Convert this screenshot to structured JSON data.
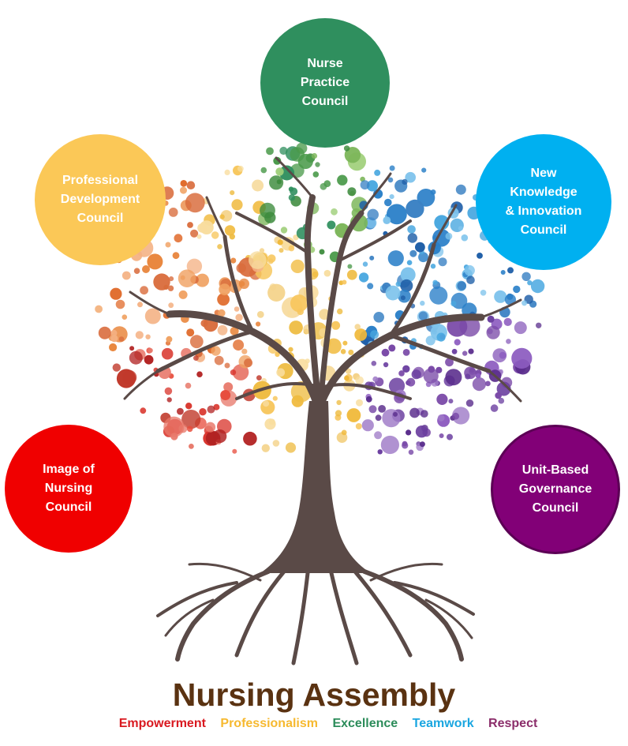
{
  "colors": {
    "trunk": "#5a4a47",
    "title": "#5a3211",
    "red": "#f00000",
    "yellow": "#fbc857",
    "green": "#2f8f5e",
    "blue": "#00b0f0",
    "purple": "#820077",
    "practice": "#2f8f5e",
    "profdev": "#fbc857",
    "knowledge": "#00b0f0",
    "image": "#f00000",
    "unit": "#820077",
    "value_empowerment": "#d91920",
    "value_professionalism": "#f6b930",
    "value_excellence": "#2c8c5a",
    "value_teamwork": "#1aa6e0",
    "value_respect": "#8b2d6a"
  },
  "councils": {
    "practice": "Nurse\nPractice\nCouncil",
    "profdev": "Professional\nDevelopment\nCouncil",
    "knowledge": "New\nKnowledge\n& Innovation\nCouncil",
    "image": "Image of\nNursing\nCouncil",
    "unit": "Unit-Based\nGovernance\nCouncil"
  },
  "title": "Nursing Assembly",
  "values": [
    "Empowerment",
    "Professionalism",
    "Excellence",
    "Teamwork",
    "Respect"
  ]
}
